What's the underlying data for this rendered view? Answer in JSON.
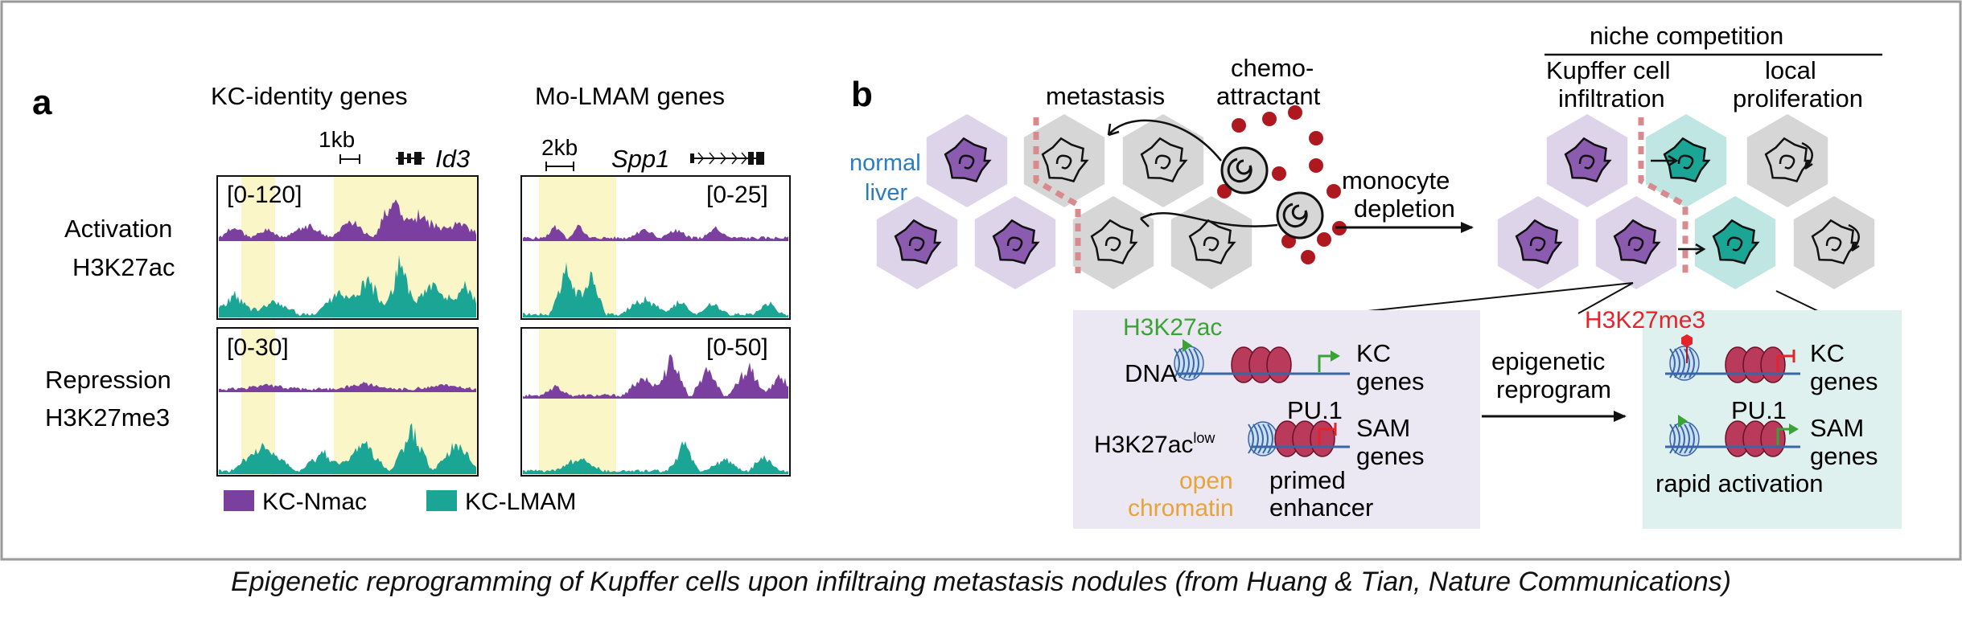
{
  "colors": {
    "nmac": "#7b3fa0",
    "lmam": "#1aa595",
    "highlight": "#fbf6c8",
    "purple_cell": "#ddd4ea",
    "teal_cell": "#bfe6e2",
    "gray_cell": "#d6d6d6",
    "red": "#b01820",
    "blue_text": "#2c7cc0",
    "green_text": "#3aa335",
    "red_text": "#e4232a",
    "orange_text": "#e8a33a",
    "box_purple": "#ece8f3",
    "box_teal": "#def1ee"
  },
  "panel_a": {
    "label": "a",
    "col1_title": "KC-identity genes",
    "col2_title": "Mo-LMAM genes",
    "scale1": "1kb",
    "scale2": "2kb",
    "gene1": "Id3",
    "gene2": "Spp1",
    "row1_title_1": "Activation",
    "row1_title_2": "H3K27ac",
    "row2_title_1": "Repression",
    "row2_title_2": "H3K27me3",
    "ranges": [
      "[0-120]",
      "[0-25]",
      "[0-30]",
      "[0-50]"
    ],
    "legend": [
      {
        "label": "KC-Nmac",
        "color": "#7b3fa0"
      },
      {
        "label": "KC-LMAM",
        "color": "#1aa595"
      }
    ]
  },
  "panel_b": {
    "label": "b",
    "normal_liver_1": "normal",
    "normal_liver_2": "liver",
    "metastasis": "metastasis",
    "chemo_1": "chemo-",
    "chemo_2": "attractant",
    "monocyte_1": "monocyte",
    "monocyte_2": "depletion",
    "niche": "niche competition",
    "kupffer_1": "Kupffer cell",
    "kupffer_2": "infiltration",
    "local_1": "local",
    "local_2": "proliferation",
    "box_left": {
      "h3k27ac": "H3K27ac",
      "dna": "DNA",
      "kc_1": "KC",
      "kc_2": "genes",
      "pu1": "PU.1",
      "h3k27ac_low_base": "H3K27ac",
      "h3k27ac_low_sup": "low",
      "sam_1": "SAM",
      "sam_2": "genes",
      "open_1": "open",
      "open_2": "chromatin",
      "primed_1": "primed",
      "primed_2": "enhancer"
    },
    "epi_1": "epigenetic",
    "epi_2": "reprogram",
    "box_right": {
      "h3k27me3": "H3K27me3",
      "kc_1": "KC",
      "kc_2": "genes",
      "pu1": "PU.1",
      "sam_1": "SAM",
      "sam_2": "genes",
      "rapid": "rapid activation"
    }
  },
  "caption": "Epigenetic reprogramming of Kupffer cells upon infiltraing metastasis nodules (from Huang & Tian, Nature Communications)"
}
